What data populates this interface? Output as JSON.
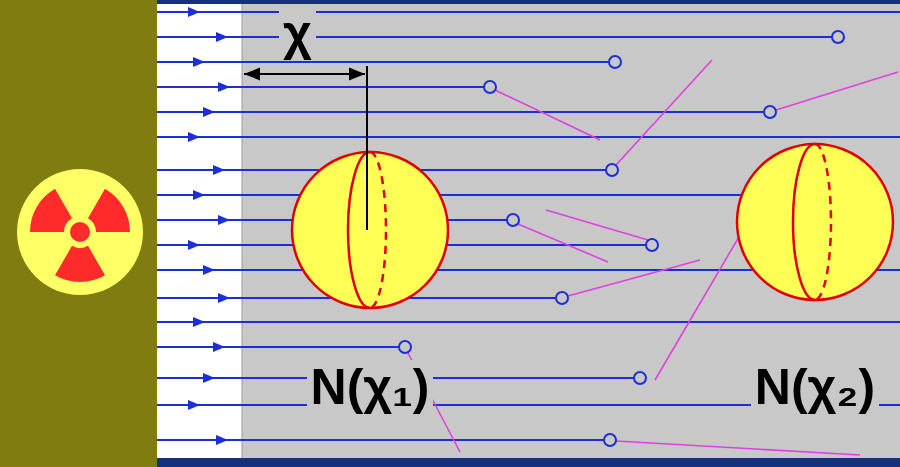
{
  "diagram": {
    "nodes": [
      {
        "text": [
          "N(χ₁)"
        ]
      },
      {
        "text": [
          "N(χ₂)"
        ]
      }
    ],
    "labels": [
      "χ"
    ]
  }
}
